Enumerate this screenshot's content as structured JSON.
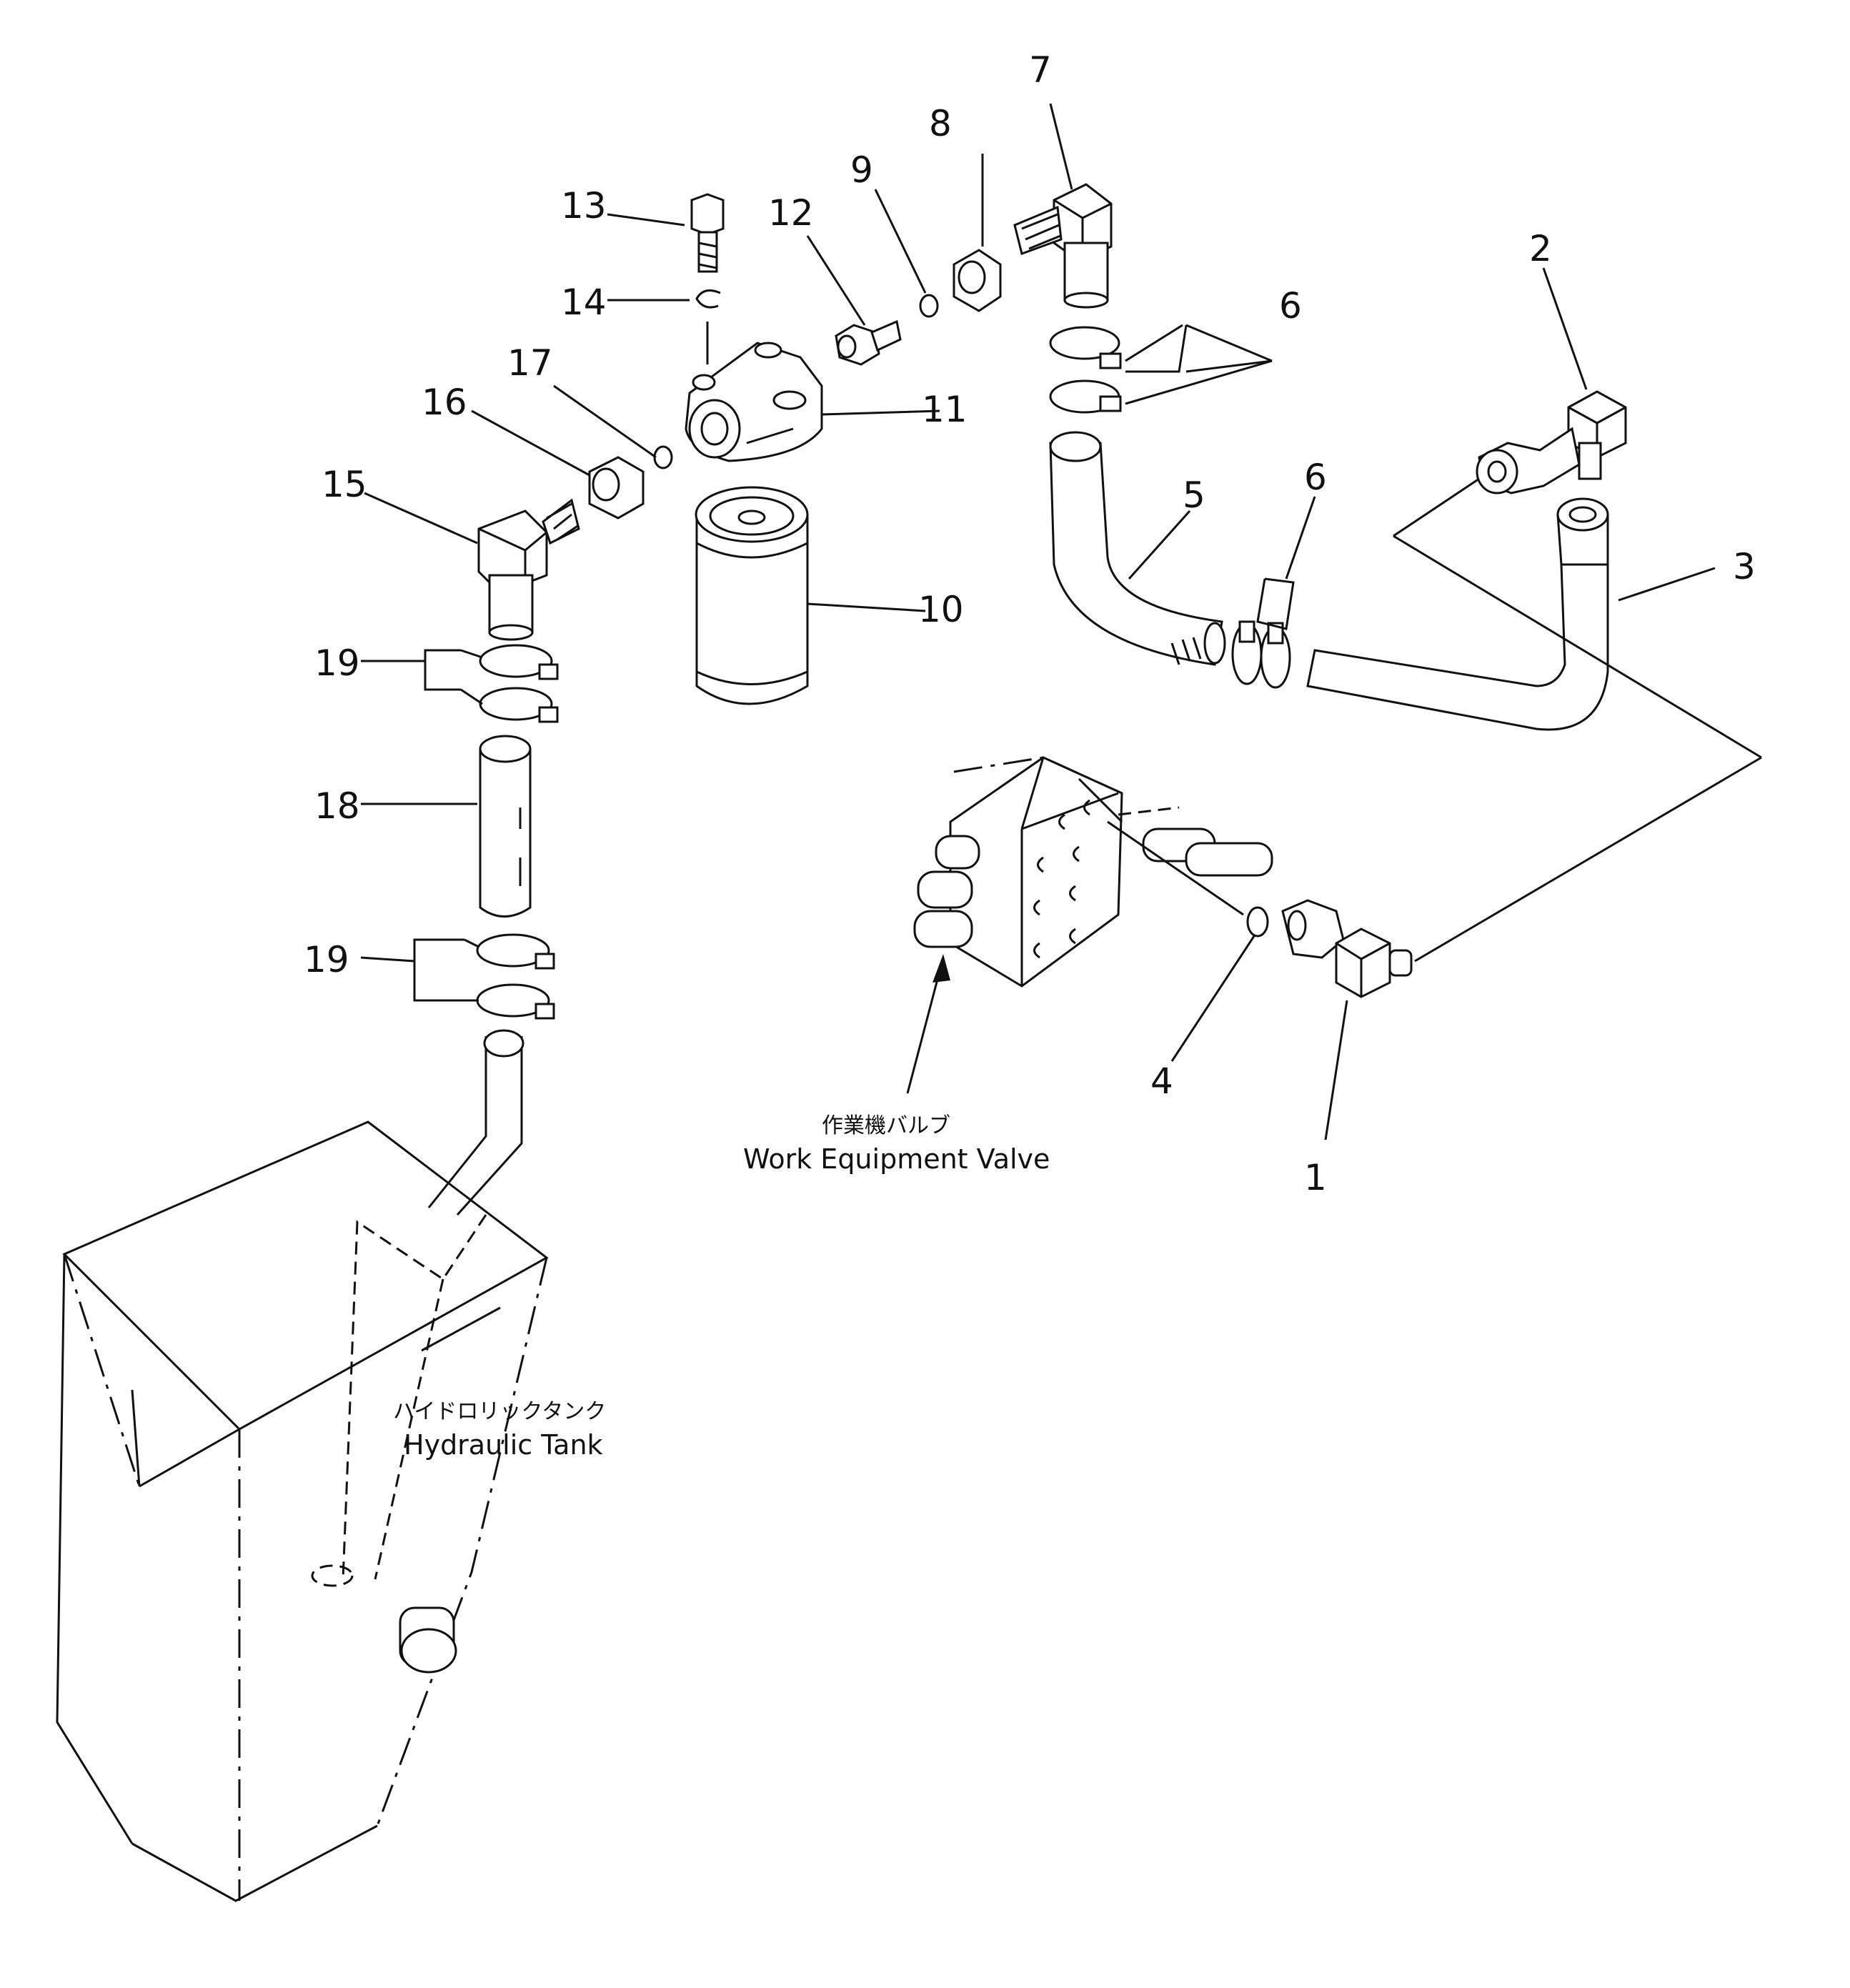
{
  "parts": [
    {
      "id": "p1",
      "label": "1"
    },
    {
      "id": "p2",
      "label": "2"
    },
    {
      "id": "p3",
      "label": "3"
    },
    {
      "id": "p4",
      "label": "4"
    },
    {
      "id": "p5",
      "label": "5"
    },
    {
      "id": "p6a",
      "label": "6"
    },
    {
      "id": "p6b",
      "label": "6"
    },
    {
      "id": "p7",
      "label": "7"
    },
    {
      "id": "p8",
      "label": "8"
    },
    {
      "id": "p9",
      "label": "9"
    },
    {
      "id": "p10",
      "label": "10"
    },
    {
      "id": "p11",
      "label": "11"
    },
    {
      "id": "p12",
      "label": "12"
    },
    {
      "id": "p13",
      "label": "13"
    },
    {
      "id": "p14",
      "label": "14"
    },
    {
      "id": "p15",
      "label": "15"
    },
    {
      "id": "p16",
      "label": "16"
    },
    {
      "id": "p17",
      "label": "17"
    },
    {
      "id": "p18",
      "label": "18"
    },
    {
      "id": "p19a",
      "label": "19"
    },
    {
      "id": "p19b",
      "label": "19"
    }
  ],
  "captions": {
    "work_valve_jp": "作業機バルブ",
    "work_valve_en": "Work Equipment Valve",
    "tank_jp": "ハイドロリックタンク",
    "tank_en": "Hydraulic Tank"
  }
}
